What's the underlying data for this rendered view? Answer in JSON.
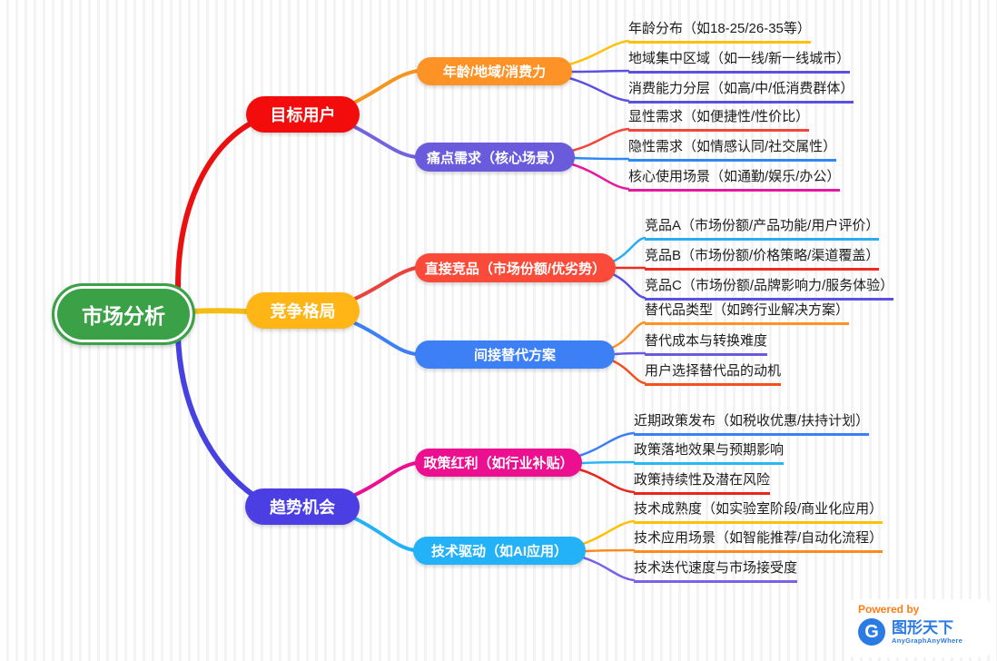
{
  "root": {
    "label": "市场分析",
    "color": "#3ba147"
  },
  "branches": [
    {
      "label": "目标用户",
      "color": "#f20d0c",
      "line_color": "#ea100f",
      "children": [
        {
          "label": "年龄/地域/消费力",
          "color": "#fd9226",
          "line_color": "#f7941e",
          "leaves": [
            {
              "label": "年龄分布（如18-25/26-35等）",
              "color": "#ffc107"
            },
            {
              "label": "地域集中区域（如一线/新一线城市）",
              "color": "#5b51e0"
            },
            {
              "label": "消费能力分层（如高/中/低消费群体）",
              "color": "#5b51e0"
            }
          ]
        },
        {
          "label": "痛点需求（核心场景）",
          "color": "#6a5bdd",
          "line_color": "#7263de",
          "leaves": [
            {
              "label": "显性需求（如便捷性/性价比）",
              "color": "#f4453a"
            },
            {
              "label": "隐性需求（如情感认同/社交属性）",
              "color": "#2f87f5"
            },
            {
              "label": "核心使用场景（如通勤/娱乐/办公）",
              "color": "#e6189e"
            }
          ]
        }
      ]
    },
    {
      "label": "竞争格局",
      "color": "#ffb515",
      "line_color": "#f3bd16",
      "children": [
        {
          "label": "直接竞品（市场份额/优劣势）",
          "color": "#fa4b3a",
          "line_color": "#e8433c",
          "leaves": [
            {
              "label": "竞品A（市场份额/产品功能/用户评价）",
              "color": "#2aacf0"
            },
            {
              "label": "竞品B（市场份额/价格策略/渠道覆盖）",
              "color": "#f02b1d"
            },
            {
              "label": "竞品C（市场份额/品牌影响力/服务体验）",
              "color": "#5b51e0"
            }
          ]
        },
        {
          "label": "间接替代方案",
          "color": "#3d7ff5",
          "line_color": "#3d7ff5",
          "leaves": [
            {
              "label": "替代品类型（如跨行业解决方案）",
              "color": "#fd9226"
            },
            {
              "label": "替代成本与转换难度",
              "color": "#6a5bdd"
            },
            {
              "label": "用户选择替代品的动机",
              "color": "#f4501e"
            }
          ]
        }
      ]
    },
    {
      "label": "趋势机会",
      "color": "#4b3fe4",
      "line_color": "#4741e0",
      "children": [
        {
          "label": "政策红利（如行业补贴）",
          "color": "#ec0f90",
          "line_color": "#ec0f90",
          "leaves": [
            {
              "label": "近期政策发布（如税收优惠/扶持计划）",
              "color": "#3d7ff5"
            },
            {
              "label": "政策落地效果与预期影响",
              "color": "#29b6f6"
            },
            {
              "label": "政策持续性及潜在风险",
              "color": "#e8261c"
            }
          ]
        },
        {
          "label": "技术驱动（如AI应用）",
          "color": "#23b2f8",
          "line_color": "#23b2f8",
          "leaves": [
            {
              "label": "技术成熟度（如实验室阶段/商业化应用）",
              "color": "#ffc107"
            },
            {
              "label": "技术应用场景（如智能推荐/自动化流程）",
              "color": "#fd8a1e"
            },
            {
              "label": "技术迭代速度与市场接受度",
              "color": "#7b61e8"
            }
          ]
        }
      ]
    }
  ],
  "watermark": {
    "powered_by": "Powered by",
    "logo_letter": "G",
    "brand": "图形天下",
    "sub": "AnyGraphAnyWhere"
  }
}
